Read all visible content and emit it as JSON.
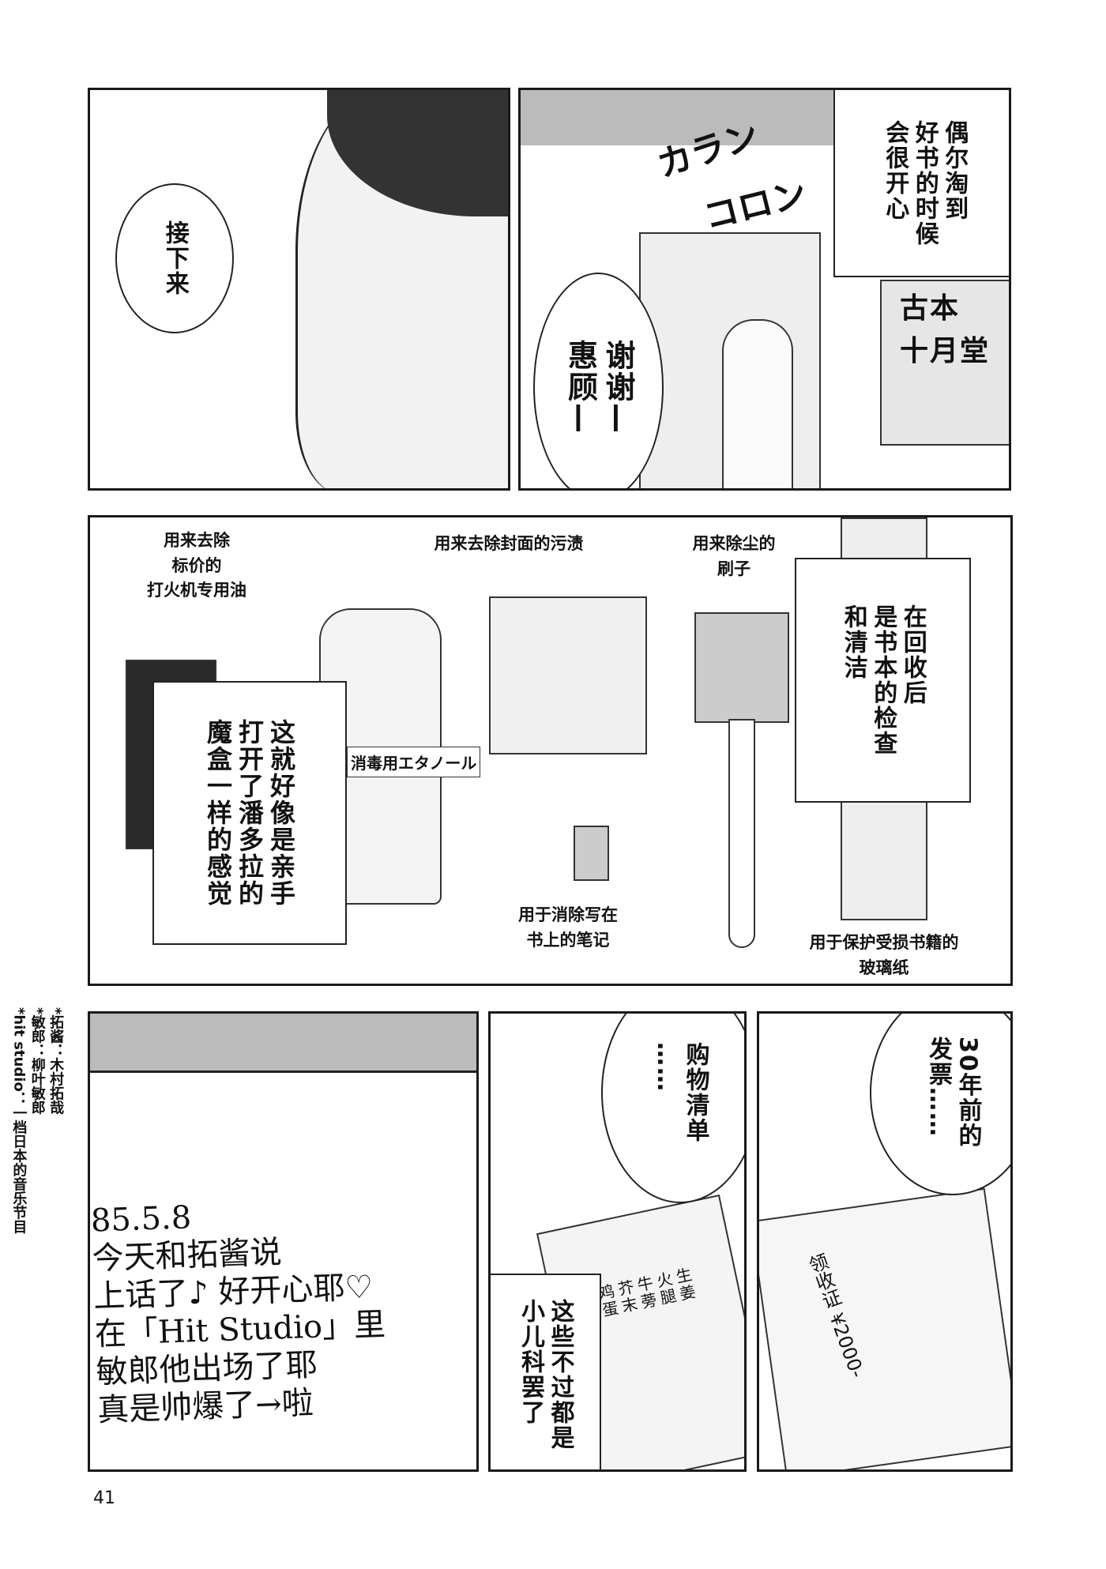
{
  "panel1": {
    "bubble": "接下来"
  },
  "panel2": {
    "narration": [
      "偶尔淘到",
      "好书的时候",
      "会很开心"
    ],
    "sfx": [
      "カラン",
      "コロン"
    ],
    "bubble": [
      "谢谢—",
      "惠顾—"
    ],
    "shop_sign": [
      "古本",
      "十月堂"
    ]
  },
  "panel3": {
    "label_lighter_oil": "用来去除\n标价的\n打火机专用油",
    "label_cloth": "用来去除封面的污渍",
    "label_brush": "用来除尘的\n刷子",
    "label_eraser": "用于消除写在\n书上的笔记",
    "label_glassine": "用于保护受损书籍的\n玻璃纸",
    "bottle_text": "消毒用エタノール",
    "narration_right": [
      "在回收后",
      "是书本的检查",
      "和清洁"
    ],
    "narration_left": [
      "这就好像是亲手",
      "打开了潘多拉的",
      "魔盒一样的感觉"
    ]
  },
  "panel4": {
    "diary": "85.5.8\n今天和拓酱说\n上话了♪ 好开心耶♡\n在「Hit Studio」里\n敏郎他出场了耶\n真是帅爆了→啦"
  },
  "panel5": {
    "bubble": [
      "购物清单",
      "……"
    ],
    "list_items": [
      "生姜",
      "火腿",
      "牛蒡",
      "芥末",
      "鸡蛋"
    ],
    "narration": [
      "这些不过都是",
      "小儿科罢了"
    ]
  },
  "panel6": {
    "bubble": [
      "30年前的",
      "发票……"
    ],
    "receipt_text": "领收证 ¥2000-"
  },
  "side_notes": [
    "*拓酱：木村拓哉",
    "*敏郎：柳叶敏郎",
    "*hit studio：一档日本的音乐节目"
  ],
  "page_number": "41"
}
